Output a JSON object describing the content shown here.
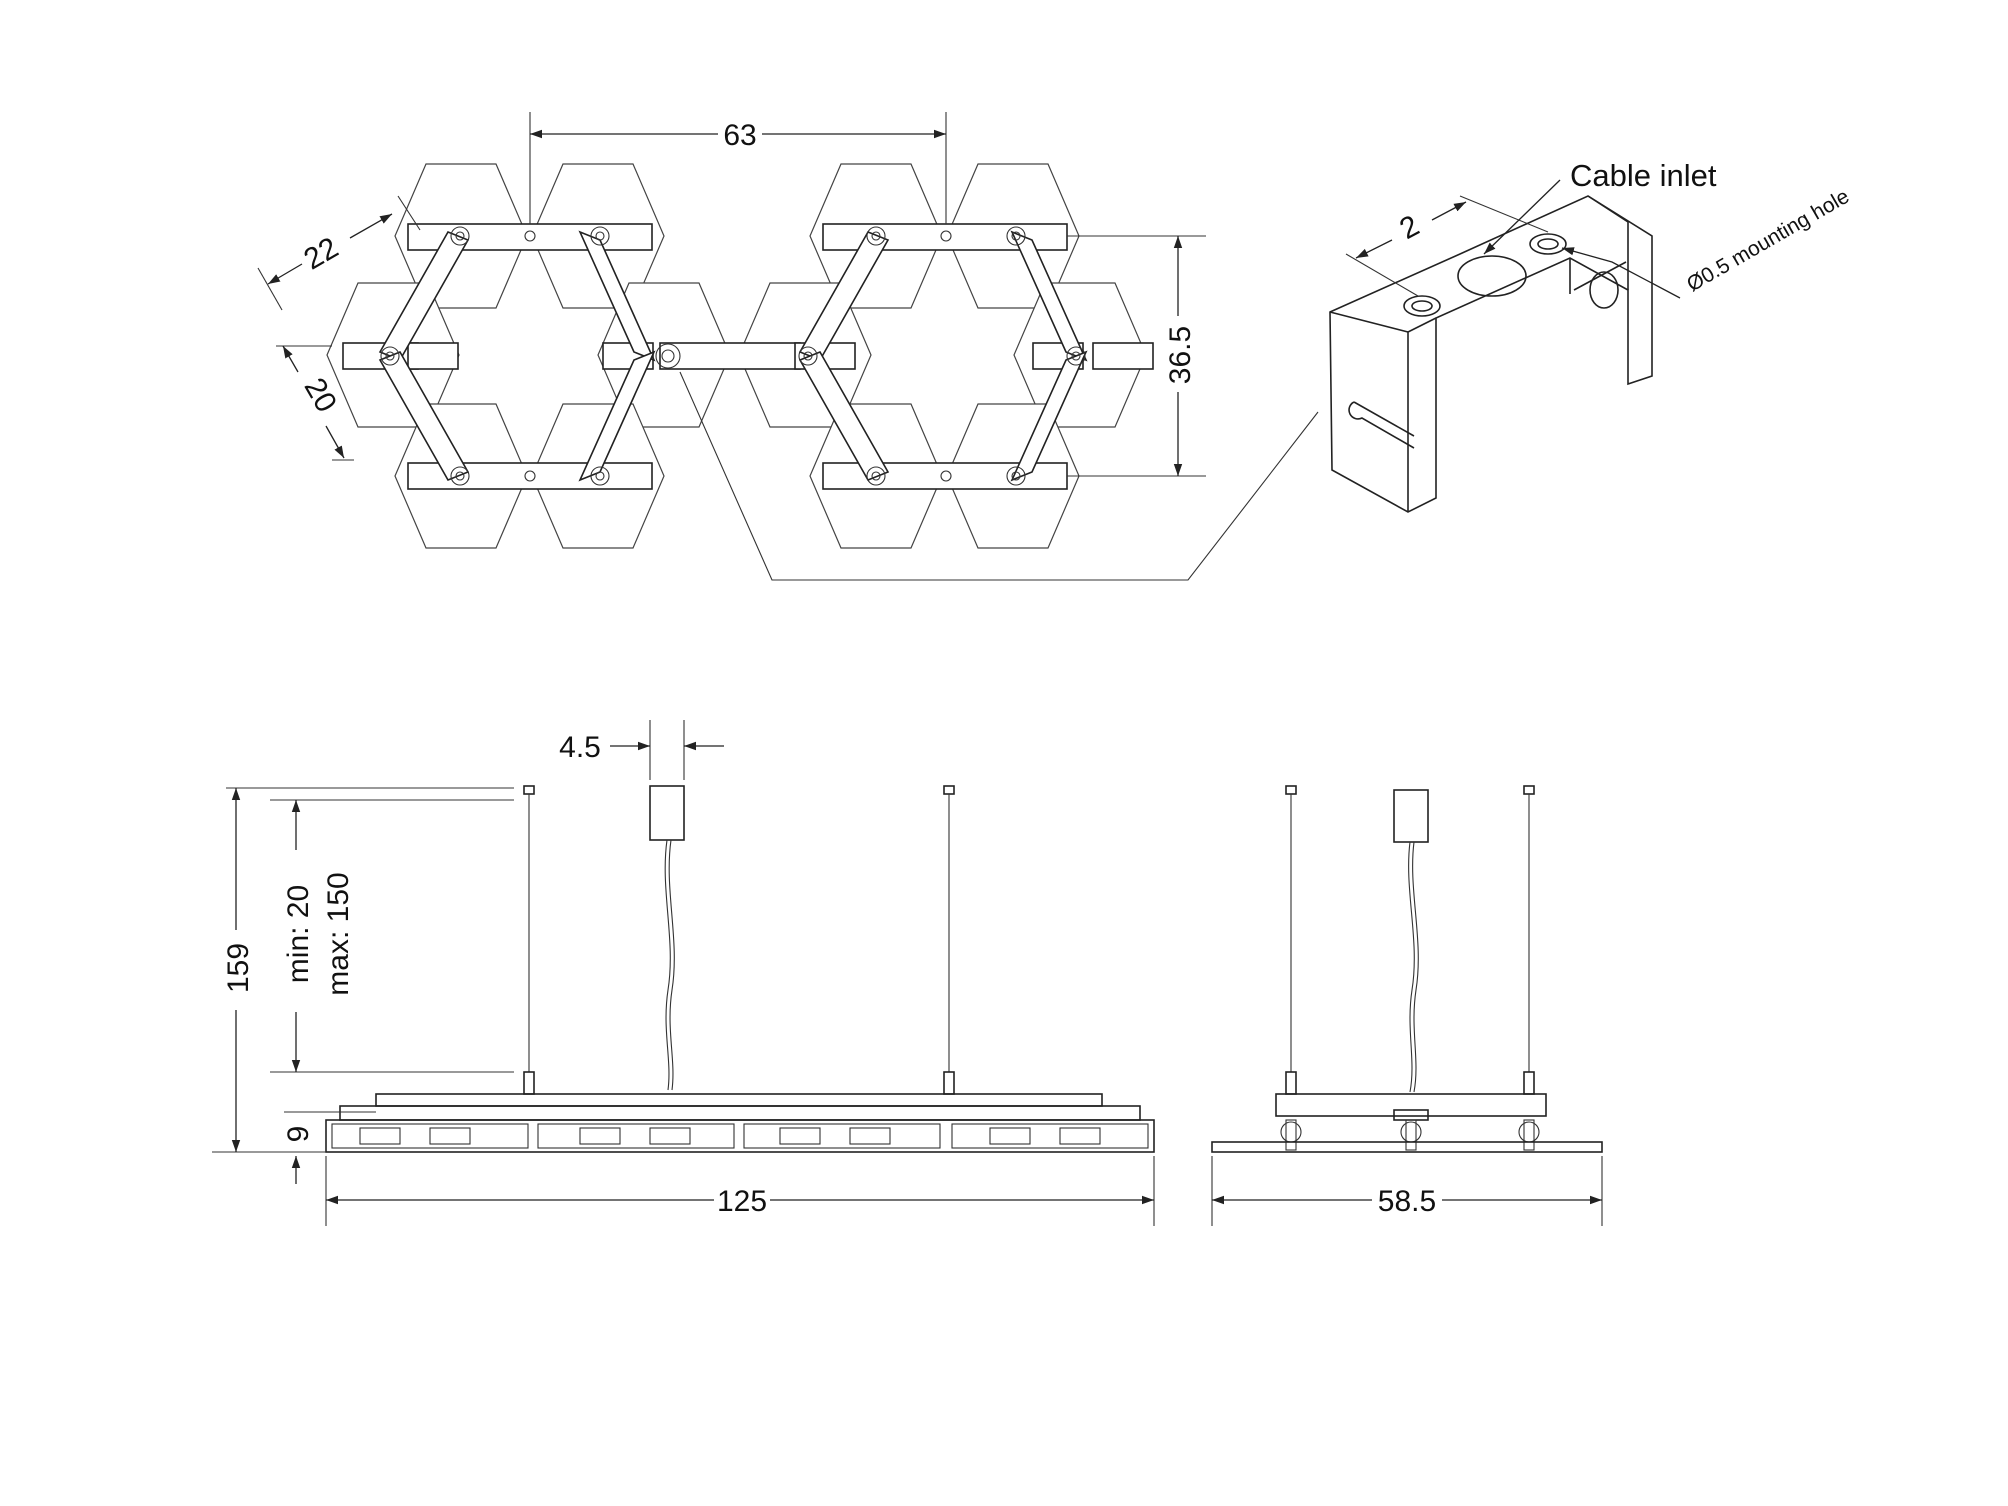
{
  "top_view": {
    "dim_width": "63",
    "dim_depth": "36.5",
    "dim_hex_width": "22",
    "dim_hex_height": "20"
  },
  "bracket": {
    "label_cable_inlet": "Cable inlet",
    "label_mounting_hole": "Ø0.5 mounting hole",
    "dim_hole_spacing": "2"
  },
  "front_view": {
    "dim_canopy_width": "4.5",
    "dim_total_height": "159",
    "dim_cable_min": "min: 20",
    "dim_cable_max": "max: 150",
    "dim_fixture_height": "9",
    "dim_length": "125"
  },
  "side_view": {
    "dim_width": "58.5"
  }
}
